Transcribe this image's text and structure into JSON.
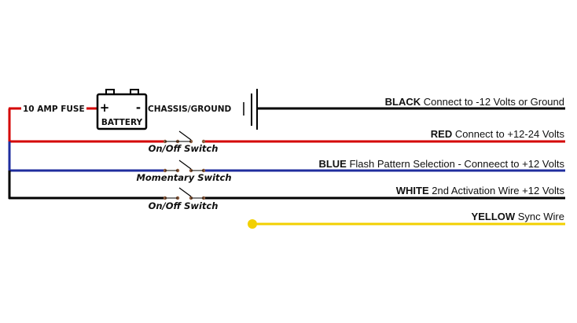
{
  "fuse_label": "10 AMP FUSE",
  "battery": {
    "label": "BATTERY",
    "plus": "+",
    "minus": "-"
  },
  "chassis_label": "CHASSIS/GROUND",
  "wires": [
    {
      "color_name": "BLACK",
      "description": "Connect to -12 Volts or Ground",
      "color": "#000000"
    },
    {
      "color_name": "RED",
      "description": "Connect to +12-24 Volts",
      "color": "#d40000"
    },
    {
      "color_name": "BLUE",
      "description": "Flash Pattern Selection - Conneect to +12 Volts",
      "color": "#1f2d9e"
    },
    {
      "color_name": "WHITE",
      "description": "2nd Activation Wire +12 Volts",
      "color": "#000000"
    },
    {
      "color_name": "YELLOW",
      "description": "Sync Wire",
      "color": "#f2d000"
    }
  ],
  "switches": [
    {
      "label": "On/Off Switch"
    },
    {
      "label": "Momentary Switch"
    },
    {
      "label": "On/Off Switch"
    }
  ],
  "colors": {
    "red": "#d40000",
    "blue": "#1f2d9e",
    "black": "#000000",
    "yellow": "#f2d000",
    "switch_contact": "#8a5a3c"
  }
}
